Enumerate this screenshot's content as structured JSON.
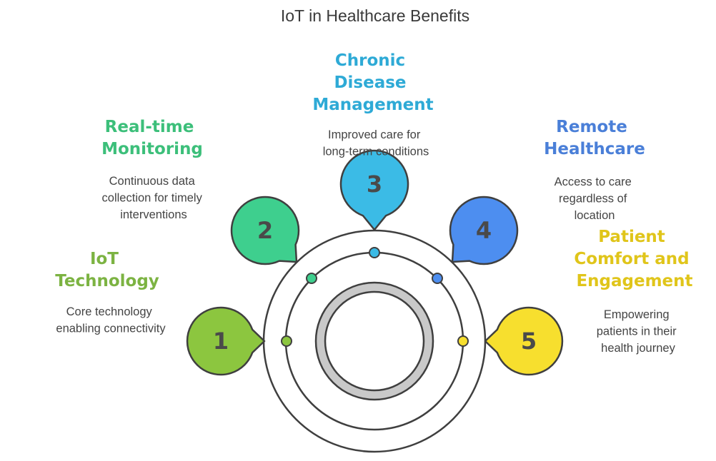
{
  "title": "IoT in Healthcare Benefits",
  "steps": [
    {
      "number": "1",
      "heading": [
        "IoT",
        "Technology"
      ],
      "description": [
        "Core technology",
        "enabling connectivity"
      ],
      "color": "#8cc63f",
      "heading_color": "#7cb342"
    },
    {
      "number": "2",
      "heading": [
        "Real-time",
        "Monitoring"
      ],
      "description": [
        "Continuous data",
        "collection for timely",
        "interventions"
      ],
      "color": "#3ecf8e",
      "heading_color": "#3cbf7a"
    },
    {
      "number": "3",
      "heading": [
        "Chronic",
        "Disease",
        "Management"
      ],
      "description": [
        "Improved care for",
        "long-term conditions"
      ],
      "color": "#3bbbe6",
      "heading_color": "#2eaad6"
    },
    {
      "number": "4",
      "heading": [
        "Remote",
        "Healthcare"
      ],
      "description": [
        "Access to care",
        "regardless of",
        "location"
      ],
      "color": "#4d8ef0",
      "heading_color": "#4a7fd8"
    },
    {
      "number": "5",
      "heading": [
        "Patient",
        "Comfort and",
        "Engagement"
      ],
      "description": [
        "Empowering",
        "patients in their",
        "health journey"
      ],
      "color": "#f7df2e",
      "heading_color": "#e0c51a"
    }
  ]
}
